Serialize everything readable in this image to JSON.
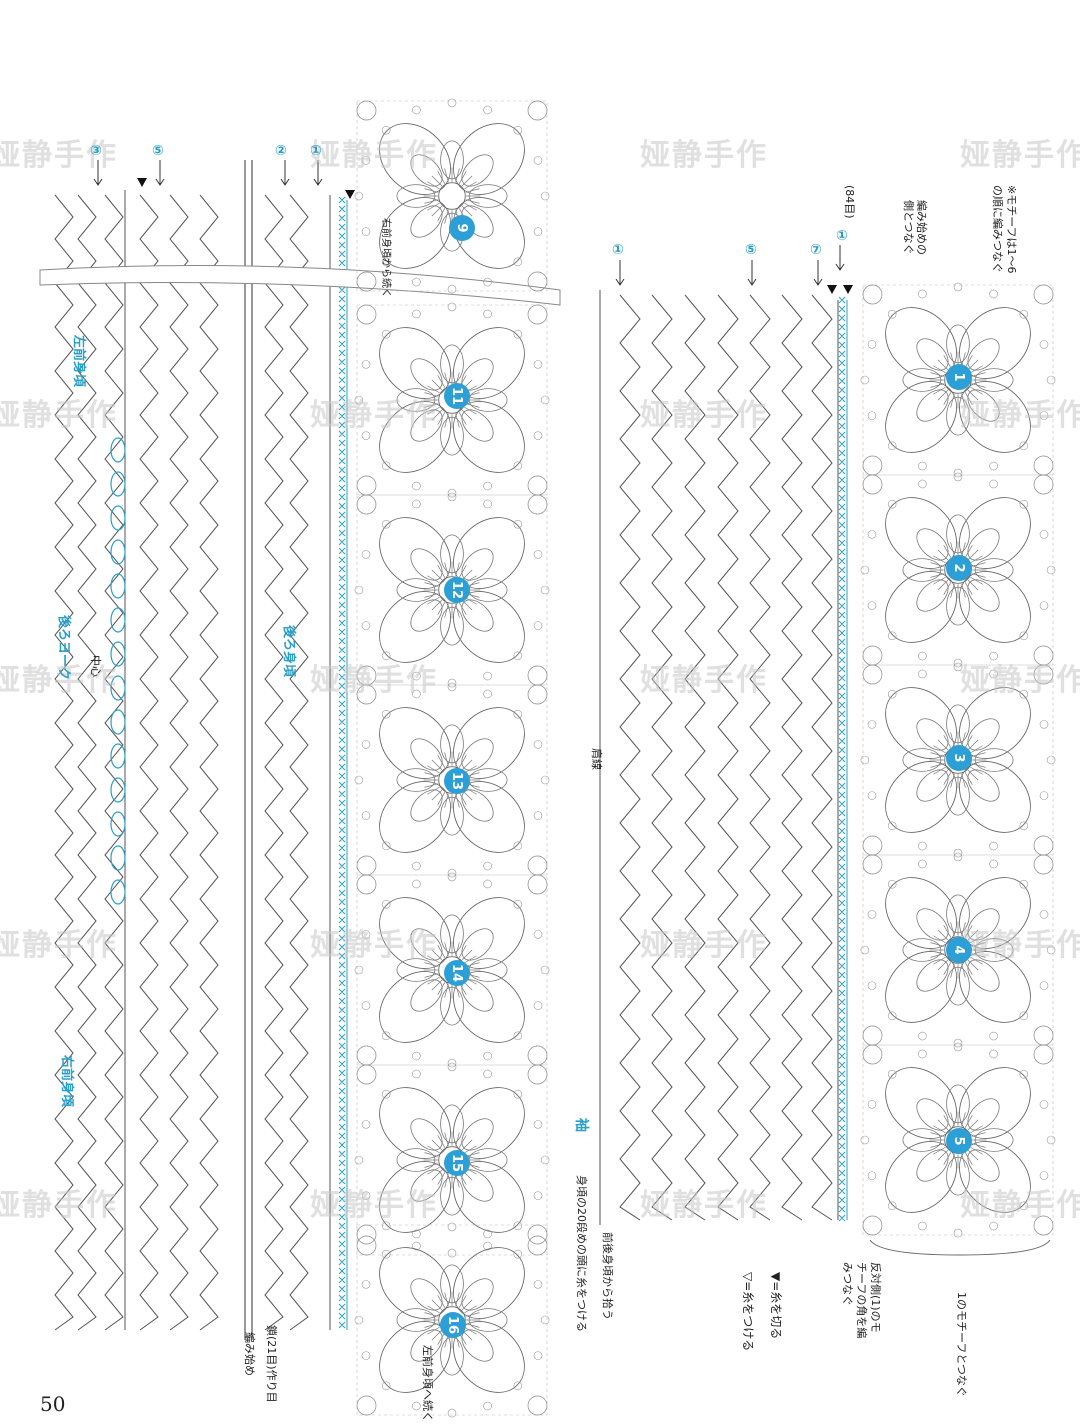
{
  "page_number": "50",
  "watermark": "娅静手作",
  "colors": {
    "accent": "#2a9fc9",
    "badge": "#2b9fd6",
    "line": "#555555"
  },
  "labels": {
    "left_front_neck": "左前身頃",
    "back_yoke": "後ろヨーク",
    "right_front_neck": "右前身頃",
    "center": "中心",
    "back_body": "後ろ身頃",
    "shoulder_line": "肩線",
    "sleeve": "袖",
    "knit_start": "編み始め",
    "chain_start": "鎖(21目)作り目",
    "left_front_join": "左前身頃へ続く",
    "right_front_join": "右前身頃から続く",
    "join_row20": "身頃の20段めの頭に糸をつける",
    "from_front_back": "前後身頃から拾う",
    "count_84": "(84目)",
    "start_note": "編み始めの側とつなぐ",
    "motif_note": "※モチーフは1〜6の順に編みつなぐ",
    "opposite_side": "反対側(1)のモチーフの角を編みつなぐ",
    "motif_join": "1のモチーフとつなぐ"
  },
  "legend": [
    {
      "icon": "open-triangle-icon",
      "text": "=糸をつける"
    },
    {
      "icon": "filled-triangle-icon",
      "text": "=糸を切る"
    }
  ],
  "row_markers": [
    "③",
    "⑤",
    "②",
    "①",
    "①",
    "⑤",
    "⑦",
    "①"
  ],
  "motifs_left": [
    "9",
    "11",
    "12",
    "13",
    "14",
    "15",
    "16"
  ],
  "motifs_right": [
    "1",
    "2",
    "3",
    "4",
    "5"
  ]
}
